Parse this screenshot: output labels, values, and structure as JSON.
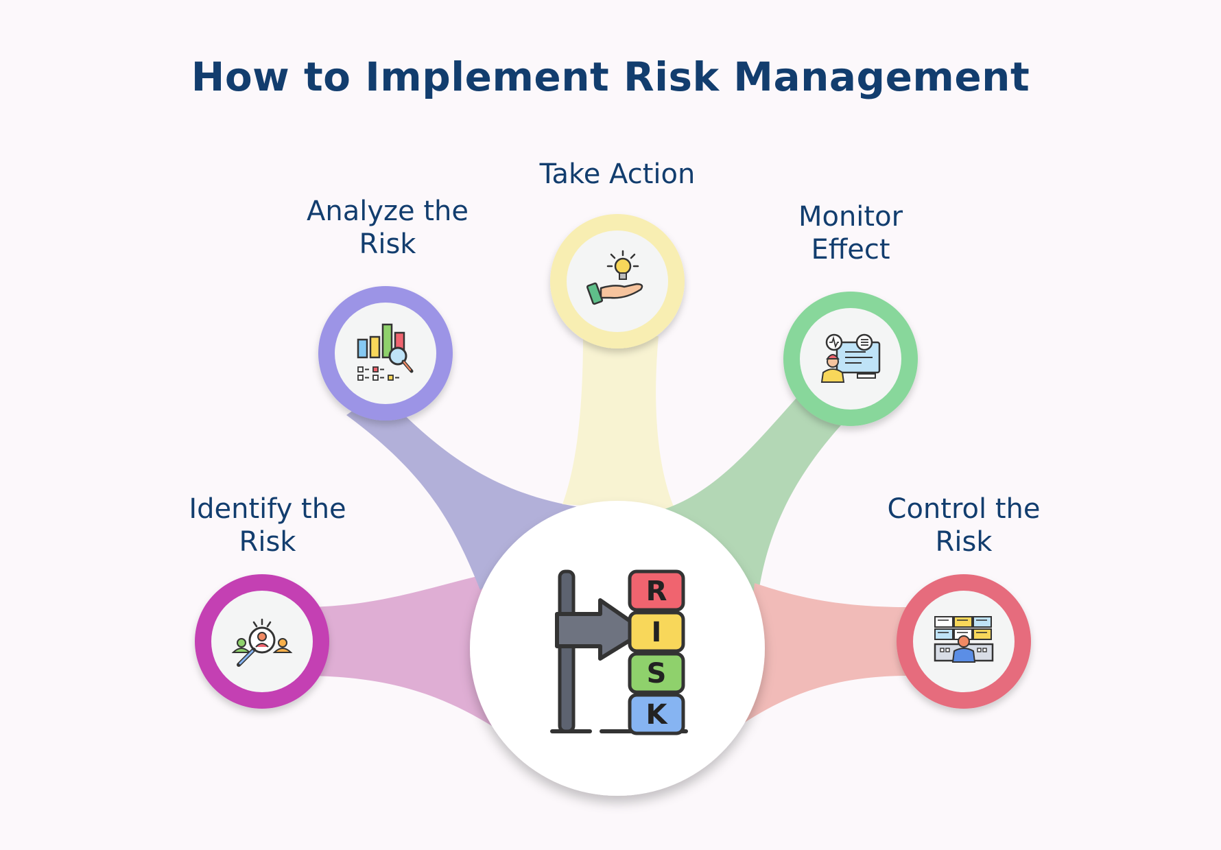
{
  "title": "How to Implement Risk Management",
  "center": {
    "letters": [
      "R",
      "I",
      "S",
      "K"
    ],
    "icon": "risk-signpost-icon"
  },
  "steps": [
    {
      "id": "identify",
      "line1": "Identify the",
      "line2": "Risk",
      "color": "#c441b3",
      "band": "#dfaed4",
      "icon": "people-search-icon"
    },
    {
      "id": "analyze",
      "line1": "Analyze the",
      "line2": "Risk",
      "color": "#9c94e6",
      "band": "#b2b0d9",
      "icon": "chart-analysis-icon"
    },
    {
      "id": "action",
      "line1": "Take Action",
      "line2": "",
      "color": "#f8eeb2",
      "band": "#f8f3d2",
      "icon": "hand-lightbulb-icon"
    },
    {
      "id": "monitor",
      "line1": "Monitor",
      "line2": "Effect",
      "color": "#88d79b",
      "band": "#b3d7b5",
      "icon": "monitor-dashboard-icon"
    },
    {
      "id": "control",
      "line1": "Control the",
      "line2": "Risk",
      "color": "#e66c7d",
      "band": "#f1bbb8",
      "icon": "control-panel-icon"
    }
  ]
}
